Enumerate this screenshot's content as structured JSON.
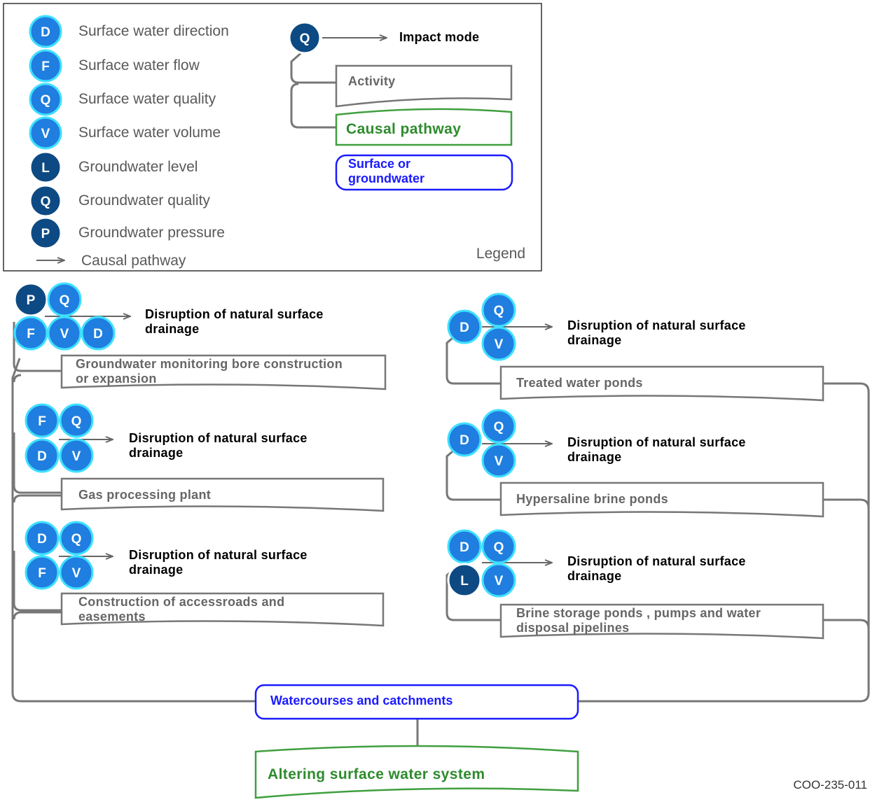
{
  "legend": {
    "title": "Legend",
    "items": [
      {
        "code": "D",
        "label": "Surface water direction",
        "kind": "surface"
      },
      {
        "code": "F",
        "label": "Surface water flow",
        "kind": "surface"
      },
      {
        "code": "Q",
        "label": "Surface water quality",
        "kind": "surface"
      },
      {
        "code": "V",
        "label": "Surface water volume",
        "kind": "surface"
      },
      {
        "code": "L",
        "label": "Groundwater level",
        "kind": "ground"
      },
      {
        "code": "Q",
        "label": "Groundwater quality",
        "kind": "ground"
      },
      {
        "code": "P",
        "label": "Groundwater pressure",
        "kind": "ground"
      }
    ],
    "arrow_label": "Causal pathway",
    "key": {
      "impact_code": "Q",
      "impact_label": "Impact mode",
      "activity_label": "Activity",
      "causal_label": "Causal pathway",
      "water_label_line1": "Surface or",
      "water_label_line2": "groundwater"
    }
  },
  "colors": {
    "surface": "#1f7ee0",
    "surface_ring": "#3fe0ff",
    "ground": "#0d4a84",
    "ground_ring": "#ffffff",
    "activity_border": "#777777",
    "causal_border": "#3f9f3f",
    "water_border": "#1a1aff"
  },
  "left_activities": [
    {
      "impact_line1": "Disruption  of natural surface",
      "impact_line2": "drainage",
      "activity_line1": "Groundwater monitoring  bore construction",
      "activity_line2": "or expansion",
      "modes": [
        {
          "code": "P",
          "kind": "ground"
        },
        {
          "code": "Q",
          "kind": "surface"
        },
        {
          "code": "F",
          "kind": "surface"
        },
        {
          "code": "V",
          "kind": "surface"
        },
        {
          "code": "D",
          "kind": "surface"
        }
      ]
    },
    {
      "impact_line1": "Disruption  of natural surface",
      "impact_line2": "drainage",
      "activity_line1": "Gas processing plant",
      "activity_line2": "",
      "modes": [
        {
          "code": "F",
          "kind": "surface"
        },
        {
          "code": "Q",
          "kind": "surface"
        },
        {
          "code": "D",
          "kind": "surface"
        },
        {
          "code": "V",
          "kind": "surface"
        }
      ]
    },
    {
      "impact_line1": "Disruption  of natural surface",
      "impact_line2": "drainage",
      "activity_line1": "Construction  of accessroads and",
      "activity_line2": "easements",
      "modes": [
        {
          "code": "D",
          "kind": "surface"
        },
        {
          "code": "Q",
          "kind": "surface"
        },
        {
          "code": "F",
          "kind": "surface"
        },
        {
          "code": "V",
          "kind": "surface"
        }
      ]
    }
  ],
  "right_activities": [
    {
      "impact_line1": "Disruption  of natural surface",
      "impact_line2": "drainage",
      "activity_line1": "Treated water ponds",
      "activity_line2": "",
      "modes": [
        {
          "code": "D",
          "kind": "surface"
        },
        {
          "code": "Q",
          "kind": "surface"
        },
        {
          "code": "V",
          "kind": "surface"
        }
      ]
    },
    {
      "impact_line1": "Disruption  of natural surface",
      "impact_line2": "drainage",
      "activity_line1": "Hypersaline brine  ponds",
      "activity_line2": "",
      "modes": [
        {
          "code": "D",
          "kind": "surface"
        },
        {
          "code": "Q",
          "kind": "surface"
        },
        {
          "code": "V",
          "kind": "surface"
        }
      ]
    },
    {
      "impact_line1": "Disruption  of natural surface",
      "impact_line2": "drainage",
      "activity_line1": "Brine storage ponds , pumps  and water",
      "activity_line2": "disposal pipelines",
      "modes": [
        {
          "code": "D",
          "kind": "surface"
        },
        {
          "code": "Q",
          "kind": "surface"
        },
        {
          "code": "L",
          "kind": "ground"
        },
        {
          "code": "V",
          "kind": "surface"
        }
      ]
    }
  ],
  "receptor": "Watercourses and catchments",
  "outcome": "Altering  surface water system",
  "figure_code": "COO-235-011"
}
